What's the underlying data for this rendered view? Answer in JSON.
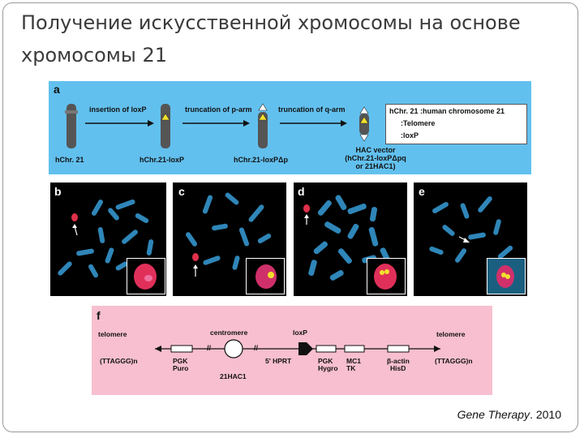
{
  "title": "Получение искусственной хромосомы на основе хромосомы 21",
  "panel_a": {
    "label": "a",
    "steps": [
      "insertion of loxP",
      "truncation of p-arm",
      "truncation of q-arm"
    ],
    "stages": [
      "hChr. 21",
      "hChr.21-loxP",
      "hChr.21-loxPΔp"
    ],
    "final_line1": "HAC vector",
    "final_line2": "(hChr.21-loxPΔpq",
    "final_line3": "or 21HAC1)",
    "legend_title": "hChr. 21 :human chromosome 21",
    "legend_telomere": ":Telomere",
    "legend_loxp": ":loxP"
  },
  "photos": [
    "b",
    "c",
    "d",
    "e"
  ],
  "panel_f": {
    "label": "f",
    "left_end": "(TTAGGG)n",
    "right_end": "(TTAGGG)n",
    "telomere_left": "telomere",
    "telomere_right": "telomere",
    "centromere": "centromere",
    "loxp": "loxP",
    "hac_name": "21HAC1",
    "hprt": "5' HPRT",
    "genes": [
      {
        "line1": "PGK",
        "line2": "Puro"
      },
      {
        "line1": "PGK",
        "line2": "Hygro"
      },
      {
        "line1": "MC1",
        "line2": "TK"
      },
      {
        "line1": "β-actin",
        "line2": "HisD"
      }
    ],
    "break_mark": "//"
  },
  "citation": {
    "journal": "Gene Therapy",
    "year": "2010"
  }
}
